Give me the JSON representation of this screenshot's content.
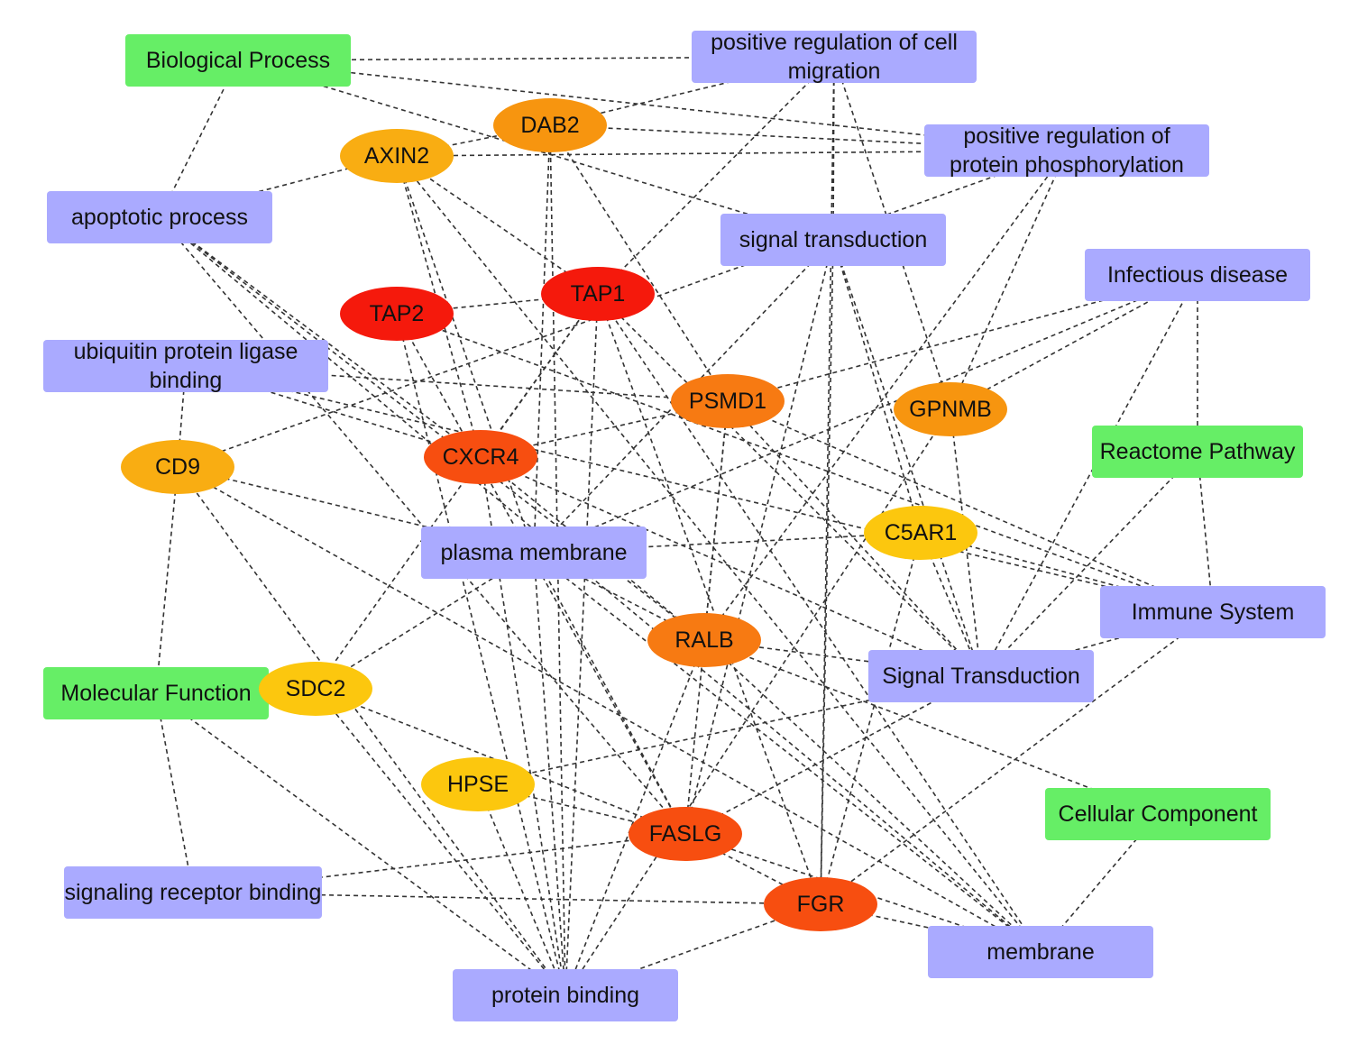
{
  "colors": {
    "category": "#66ee66",
    "term": "#aaaaff",
    "red": "#f5190c",
    "red_orange": "#f74e10",
    "orange": "#f77a12",
    "orange_light": "#f7950f",
    "amber": "#f9ad12",
    "yellow": "#fcc70e"
  },
  "nodes": [
    {
      "id": "biological_process",
      "shape": "rect",
      "color": "category",
      "lines": [
        "Biological Process"
      ]
    },
    {
      "id": "pos_reg_cell_migration",
      "shape": "rect",
      "color": "term",
      "lines": [
        "positive regulation of cell",
        "migration"
      ]
    },
    {
      "id": "pos_reg_protein_phos",
      "shape": "rect",
      "color": "term",
      "lines": [
        "positive regulation of",
        "protein phosphorylation"
      ]
    },
    {
      "id": "apoptotic_process",
      "shape": "rect",
      "color": "term",
      "lines": [
        "apoptotic process"
      ]
    },
    {
      "id": "signal_transduction_bp",
      "shape": "rect",
      "color": "term",
      "lines": [
        "signal transduction"
      ]
    },
    {
      "id": "infectious_disease",
      "shape": "rect",
      "color": "term",
      "lines": [
        "Infectious disease"
      ]
    },
    {
      "id": "ubiquitin_binding",
      "shape": "rect",
      "color": "term",
      "lines": [
        "ubiquitin protein ligase",
        "binding"
      ]
    },
    {
      "id": "reactome_pathway",
      "shape": "rect",
      "color": "category",
      "lines": [
        "Reactome Pathway"
      ]
    },
    {
      "id": "plasma_membrane",
      "shape": "rect",
      "color": "term",
      "lines": [
        "plasma membrane"
      ]
    },
    {
      "id": "immune_system",
      "shape": "rect",
      "color": "term",
      "lines": [
        "Immune System"
      ]
    },
    {
      "id": "signal_transduction_rp",
      "shape": "rect",
      "color": "term",
      "lines": [
        "Signal Transduction"
      ]
    },
    {
      "id": "molecular_function",
      "shape": "rect",
      "color": "category",
      "lines": [
        "Molecular Function"
      ]
    },
    {
      "id": "cellular_component",
      "shape": "rect",
      "color": "category",
      "lines": [
        "Cellular Component"
      ]
    },
    {
      "id": "signaling_receptor_binding",
      "shape": "rect",
      "color": "term",
      "lines": [
        "signaling receptor binding"
      ]
    },
    {
      "id": "membrane",
      "shape": "rect",
      "color": "term",
      "lines": [
        "membrane"
      ]
    },
    {
      "id": "protein_binding",
      "shape": "rect",
      "color": "term",
      "lines": [
        "protein binding"
      ]
    },
    {
      "id": "DAB2",
      "shape": "ellipse",
      "color": "orange_light",
      "lines": [
        "DAB2"
      ]
    },
    {
      "id": "AXIN2",
      "shape": "ellipse",
      "color": "amber",
      "lines": [
        "AXIN2"
      ]
    },
    {
      "id": "TAP1",
      "shape": "ellipse",
      "color": "red",
      "lines": [
        "TAP1"
      ]
    },
    {
      "id": "TAP2",
      "shape": "ellipse",
      "color": "red",
      "lines": [
        "TAP2"
      ]
    },
    {
      "id": "PSMD1",
      "shape": "ellipse",
      "color": "orange",
      "lines": [
        "PSMD1"
      ]
    },
    {
      "id": "GPNMB",
      "shape": "ellipse",
      "color": "orange_light",
      "lines": [
        "GPNMB"
      ]
    },
    {
      "id": "CXCR4",
      "shape": "ellipse",
      "color": "red_orange",
      "lines": [
        "CXCR4"
      ]
    },
    {
      "id": "CD9",
      "shape": "ellipse",
      "color": "amber",
      "lines": [
        "CD9"
      ]
    },
    {
      "id": "C5AR1",
      "shape": "ellipse",
      "color": "yellow",
      "lines": [
        "C5AR1"
      ]
    },
    {
      "id": "RALB",
      "shape": "ellipse",
      "color": "orange",
      "lines": [
        "RALB"
      ]
    },
    {
      "id": "SDC2",
      "shape": "ellipse",
      "color": "yellow",
      "lines": [
        "SDC2"
      ]
    },
    {
      "id": "HPSE",
      "shape": "ellipse",
      "color": "yellow",
      "lines": [
        "HPSE"
      ]
    },
    {
      "id": "FASLG",
      "shape": "ellipse",
      "color": "red_orange",
      "lines": [
        "FASLG"
      ]
    },
    {
      "id": "FGR",
      "shape": "ellipse",
      "color": "red_orange",
      "lines": [
        "FGR"
      ]
    }
  ],
  "edges": [
    [
      "biological_process",
      "pos_reg_cell_migration"
    ],
    [
      "biological_process",
      "pos_reg_protein_phos"
    ],
    [
      "biological_process",
      "apoptotic_process"
    ],
    [
      "biological_process",
      "signal_transduction_bp"
    ],
    [
      "pos_reg_cell_migration",
      "DAB2"
    ],
    [
      "pos_reg_cell_migration",
      "TAP1"
    ],
    [
      "pos_reg_cell_migration",
      "signal_transduction_bp"
    ],
    [
      "pos_reg_cell_migration",
      "FGR"
    ],
    [
      "pos_reg_cell_migration",
      "GPNMB"
    ],
    [
      "pos_reg_protein_phos",
      "DAB2"
    ],
    [
      "pos_reg_protein_phos",
      "AXIN2"
    ],
    [
      "pos_reg_protein_phos",
      "RALB"
    ],
    [
      "pos_reg_protein_phos",
      "GPNMB"
    ],
    [
      "pos_reg_protein_phos",
      "CD9"
    ],
    [
      "AXIN2",
      "DAB2"
    ],
    [
      "AXIN2",
      "apoptotic_process"
    ],
    [
      "AXIN2",
      "TAP1"
    ],
    [
      "AXIN2",
      "CXCR4"
    ],
    [
      "AXIN2",
      "plasma_membrane"
    ],
    [
      "AXIN2",
      "membrane"
    ],
    [
      "DAB2",
      "plasma_membrane"
    ],
    [
      "DAB2",
      "protein_binding"
    ],
    [
      "DAB2",
      "PSMD1"
    ],
    [
      "TAP2",
      "TAP1"
    ],
    [
      "TAP2",
      "protein_binding"
    ],
    [
      "TAP2",
      "FASLG"
    ],
    [
      "TAP2",
      "immune_system"
    ],
    [
      "TAP1",
      "CXCR4"
    ],
    [
      "TAP1",
      "protein_binding"
    ],
    [
      "TAP1",
      "FGR"
    ],
    [
      "TAP1",
      "signal_transduction_rp"
    ],
    [
      "TAP1",
      "membrane"
    ],
    [
      "TAP1",
      "SDC2"
    ],
    [
      "apoptotic_process",
      "CXCR4"
    ],
    [
      "apoptotic_process",
      "RALB"
    ],
    [
      "apoptotic_process",
      "FASLG"
    ],
    [
      "apoptotic_process",
      "membrane"
    ],
    [
      "ubiquitin_binding",
      "PSMD1"
    ],
    [
      "ubiquitin_binding",
      "CD9"
    ],
    [
      "ubiquitin_binding",
      "immune_system"
    ],
    [
      "ubiquitin_binding",
      "CXCR4"
    ],
    [
      "signal_transduction_bp",
      "FGR"
    ],
    [
      "signal_transduction_bp",
      "FASLG"
    ],
    [
      "signal_transduction_bp",
      "C5AR1"
    ],
    [
      "signal_transduction_bp",
      "plasma_membrane"
    ],
    [
      "signal_transduction_bp",
      "signal_transduction_rp"
    ],
    [
      "infectious_disease",
      "PSMD1"
    ],
    [
      "infectious_disease",
      "GPNMB"
    ],
    [
      "infectious_disease",
      "plasma_membrane"
    ],
    [
      "infectious_disease",
      "reactome_pathway"
    ],
    [
      "infectious_disease",
      "signal_transduction_rp"
    ],
    [
      "CD9",
      "plasma_membrane"
    ],
    [
      "CD9",
      "molecular_function"
    ],
    [
      "CD9",
      "membrane"
    ],
    [
      "CD9",
      "protein_binding"
    ],
    [
      "PSMD1",
      "CXCR4"
    ],
    [
      "PSMD1",
      "immune_system"
    ],
    [
      "PSMD1",
      "FASLG"
    ],
    [
      "PSMD1",
      "signal_transduction_rp"
    ],
    [
      "PSMD1",
      "RALB"
    ],
    [
      "GPNMB",
      "signal_transduction_rp"
    ],
    [
      "GPNMB",
      "protein_binding"
    ],
    [
      "CXCR4",
      "signal_transduction_rp"
    ],
    [
      "CXCR4",
      "RALB"
    ],
    [
      "CXCR4",
      "protein_binding"
    ],
    [
      "C5AR1",
      "plasma_membrane"
    ],
    [
      "C5AR1",
      "immune_system"
    ],
    [
      "C5AR1",
      "signal_transduction_rp"
    ],
    [
      "C5AR1",
      "FGR"
    ],
    [
      "plasma_membrane",
      "RALB"
    ],
    [
      "plasma_membrane",
      "SDC2"
    ],
    [
      "plasma_membrane",
      "FASLG"
    ],
    [
      "plasma_membrane",
      "protein_binding"
    ],
    [
      "plasma_membrane",
      "membrane"
    ],
    [
      "reactome_pathway",
      "immune_system"
    ],
    [
      "reactome_pathway",
      "signal_transduction_rp"
    ],
    [
      "immune_system",
      "signal_transduction_rp"
    ],
    [
      "immune_system",
      "FGR"
    ],
    [
      "signal_transduction_rp",
      "RALB"
    ],
    [
      "signal_transduction_rp",
      "HPSE"
    ],
    [
      "signal_transduction_rp",
      "FASLG"
    ],
    [
      "RALB",
      "protein_binding"
    ],
    [
      "RALB",
      "cellular_component"
    ],
    [
      "RALB",
      "membrane"
    ],
    [
      "molecular_function",
      "signaling_receptor_binding"
    ],
    [
      "molecular_function",
      "protein_binding"
    ],
    [
      "SDC2",
      "FASLG"
    ],
    [
      "SDC2",
      "protein_binding"
    ],
    [
      "HPSE",
      "FASLG"
    ],
    [
      "HPSE",
      "protein_binding"
    ],
    [
      "FASLG",
      "signaling_receptor_binding"
    ],
    [
      "FASLG",
      "FGR"
    ],
    [
      "FASLG",
      "membrane"
    ],
    [
      "FGR",
      "signaling_receptor_binding"
    ],
    [
      "FGR",
      "membrane"
    ],
    [
      "FGR",
      "protein_binding"
    ],
    [
      "cellular_component",
      "membrane"
    ]
  ]
}
